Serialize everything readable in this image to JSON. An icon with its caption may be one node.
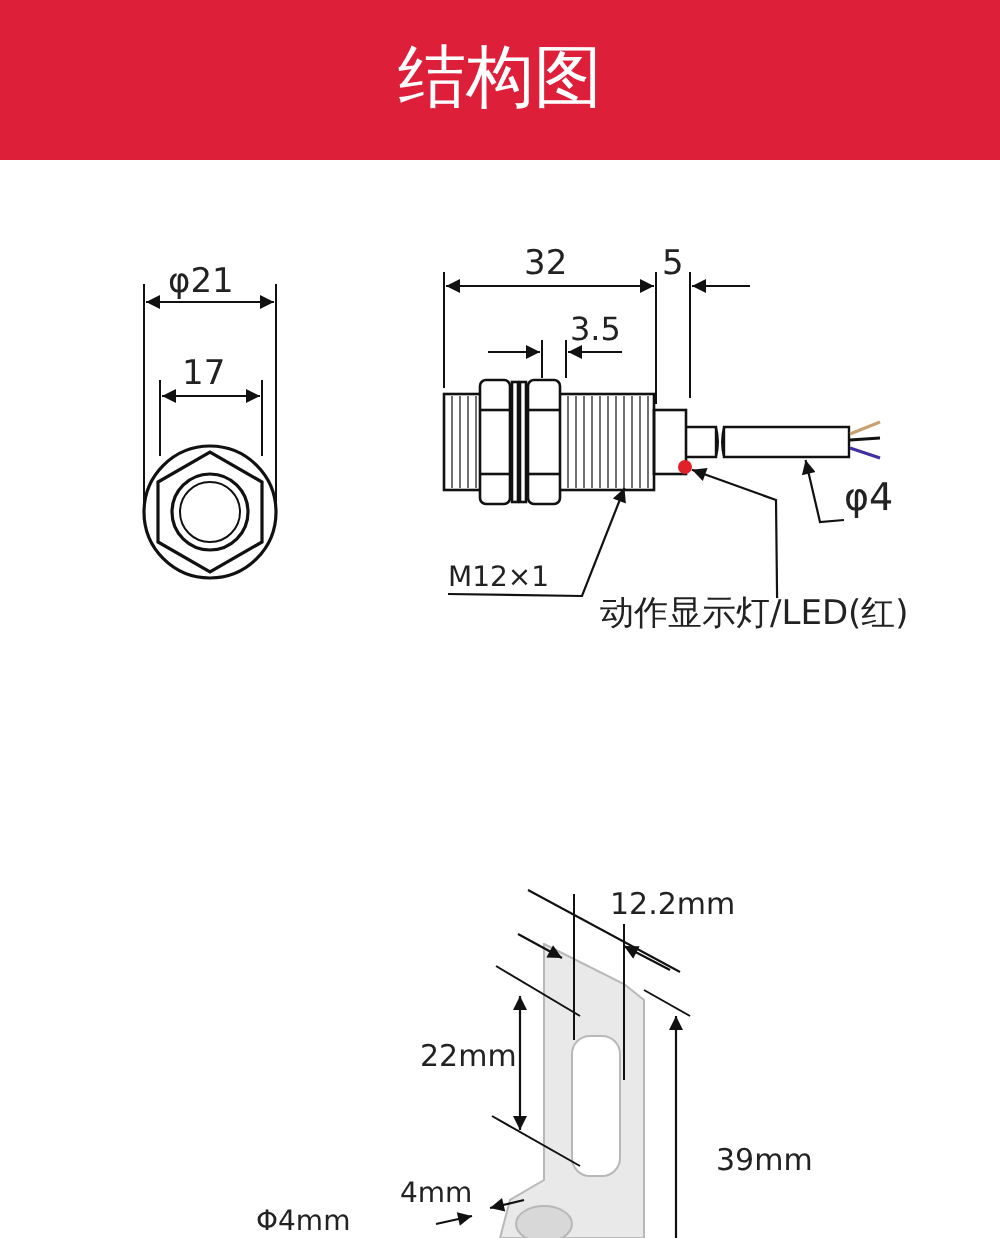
{
  "diagram": {
    "title": "结构图",
    "nodes": [
      {
        "text": [
          "M12×1"
        ]
      },
      {
        "text": [],
        "shape": "picture"
      },
      {
        "text": [
          "动作显示灯/LED(红)"
        ]
      },
      {
        "text": [],
        "shape": "circle"
      },
      {
        "text": [
          "φ4"
        ]
      },
      {
        "text": [],
        "shape": "picture"
      }
    ],
    "edges": [
      {
        "from": 0,
        "to": 1,
        "arrow": "to"
      },
      {
        "from": 2,
        "to": 3,
        "arrow": "to"
      },
      {
        "from": 4,
        "to": 5,
        "arrow": "to"
      }
    ],
    "labels": [
      "φ21",
      "17",
      "32",
      "5",
      "3.5",
      "12.2mm",
      "22mm",
      "39mm",
      "4mm",
      "Φ4mm"
    ]
  }
}
